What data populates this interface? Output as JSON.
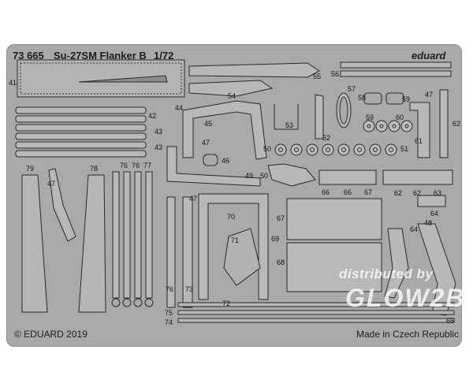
{
  "header": {
    "catalog_number": "73 665",
    "kit_name": "Su-27SM Flanker B",
    "scale": "1/72",
    "brand": "eduard"
  },
  "footer": {
    "copyright": "© EDUARD 2019",
    "origin": "Made in Czech Republic"
  },
  "watermark": {
    "line1": "distributed by",
    "line2": "GLOW2B"
  },
  "part_numbers": [
    "41",
    "42",
    "43",
    "43",
    "44",
    "45",
    "46",
    "47",
    "47",
    "47",
    "47",
    "48",
    "49",
    "50",
    "50",
    "51",
    "52",
    "53",
    "54",
    "55",
    "56",
    "57",
    "58",
    "59",
    "59",
    "60",
    "61",
    "62",
    "62",
    "62",
    "63",
    "64",
    "64",
    "66",
    "66",
    "66",
    "67",
    "67",
    "68",
    "69",
    "70",
    "71",
    "72",
    "73",
    "74",
    "75",
    "76",
    "76",
    "76",
    "77",
    "78",
    "79"
  ],
  "colors": {
    "fret": "#a9a9a9",
    "part_outline": "#2a2a2a",
    "text": "#1e1e1e"
  }
}
